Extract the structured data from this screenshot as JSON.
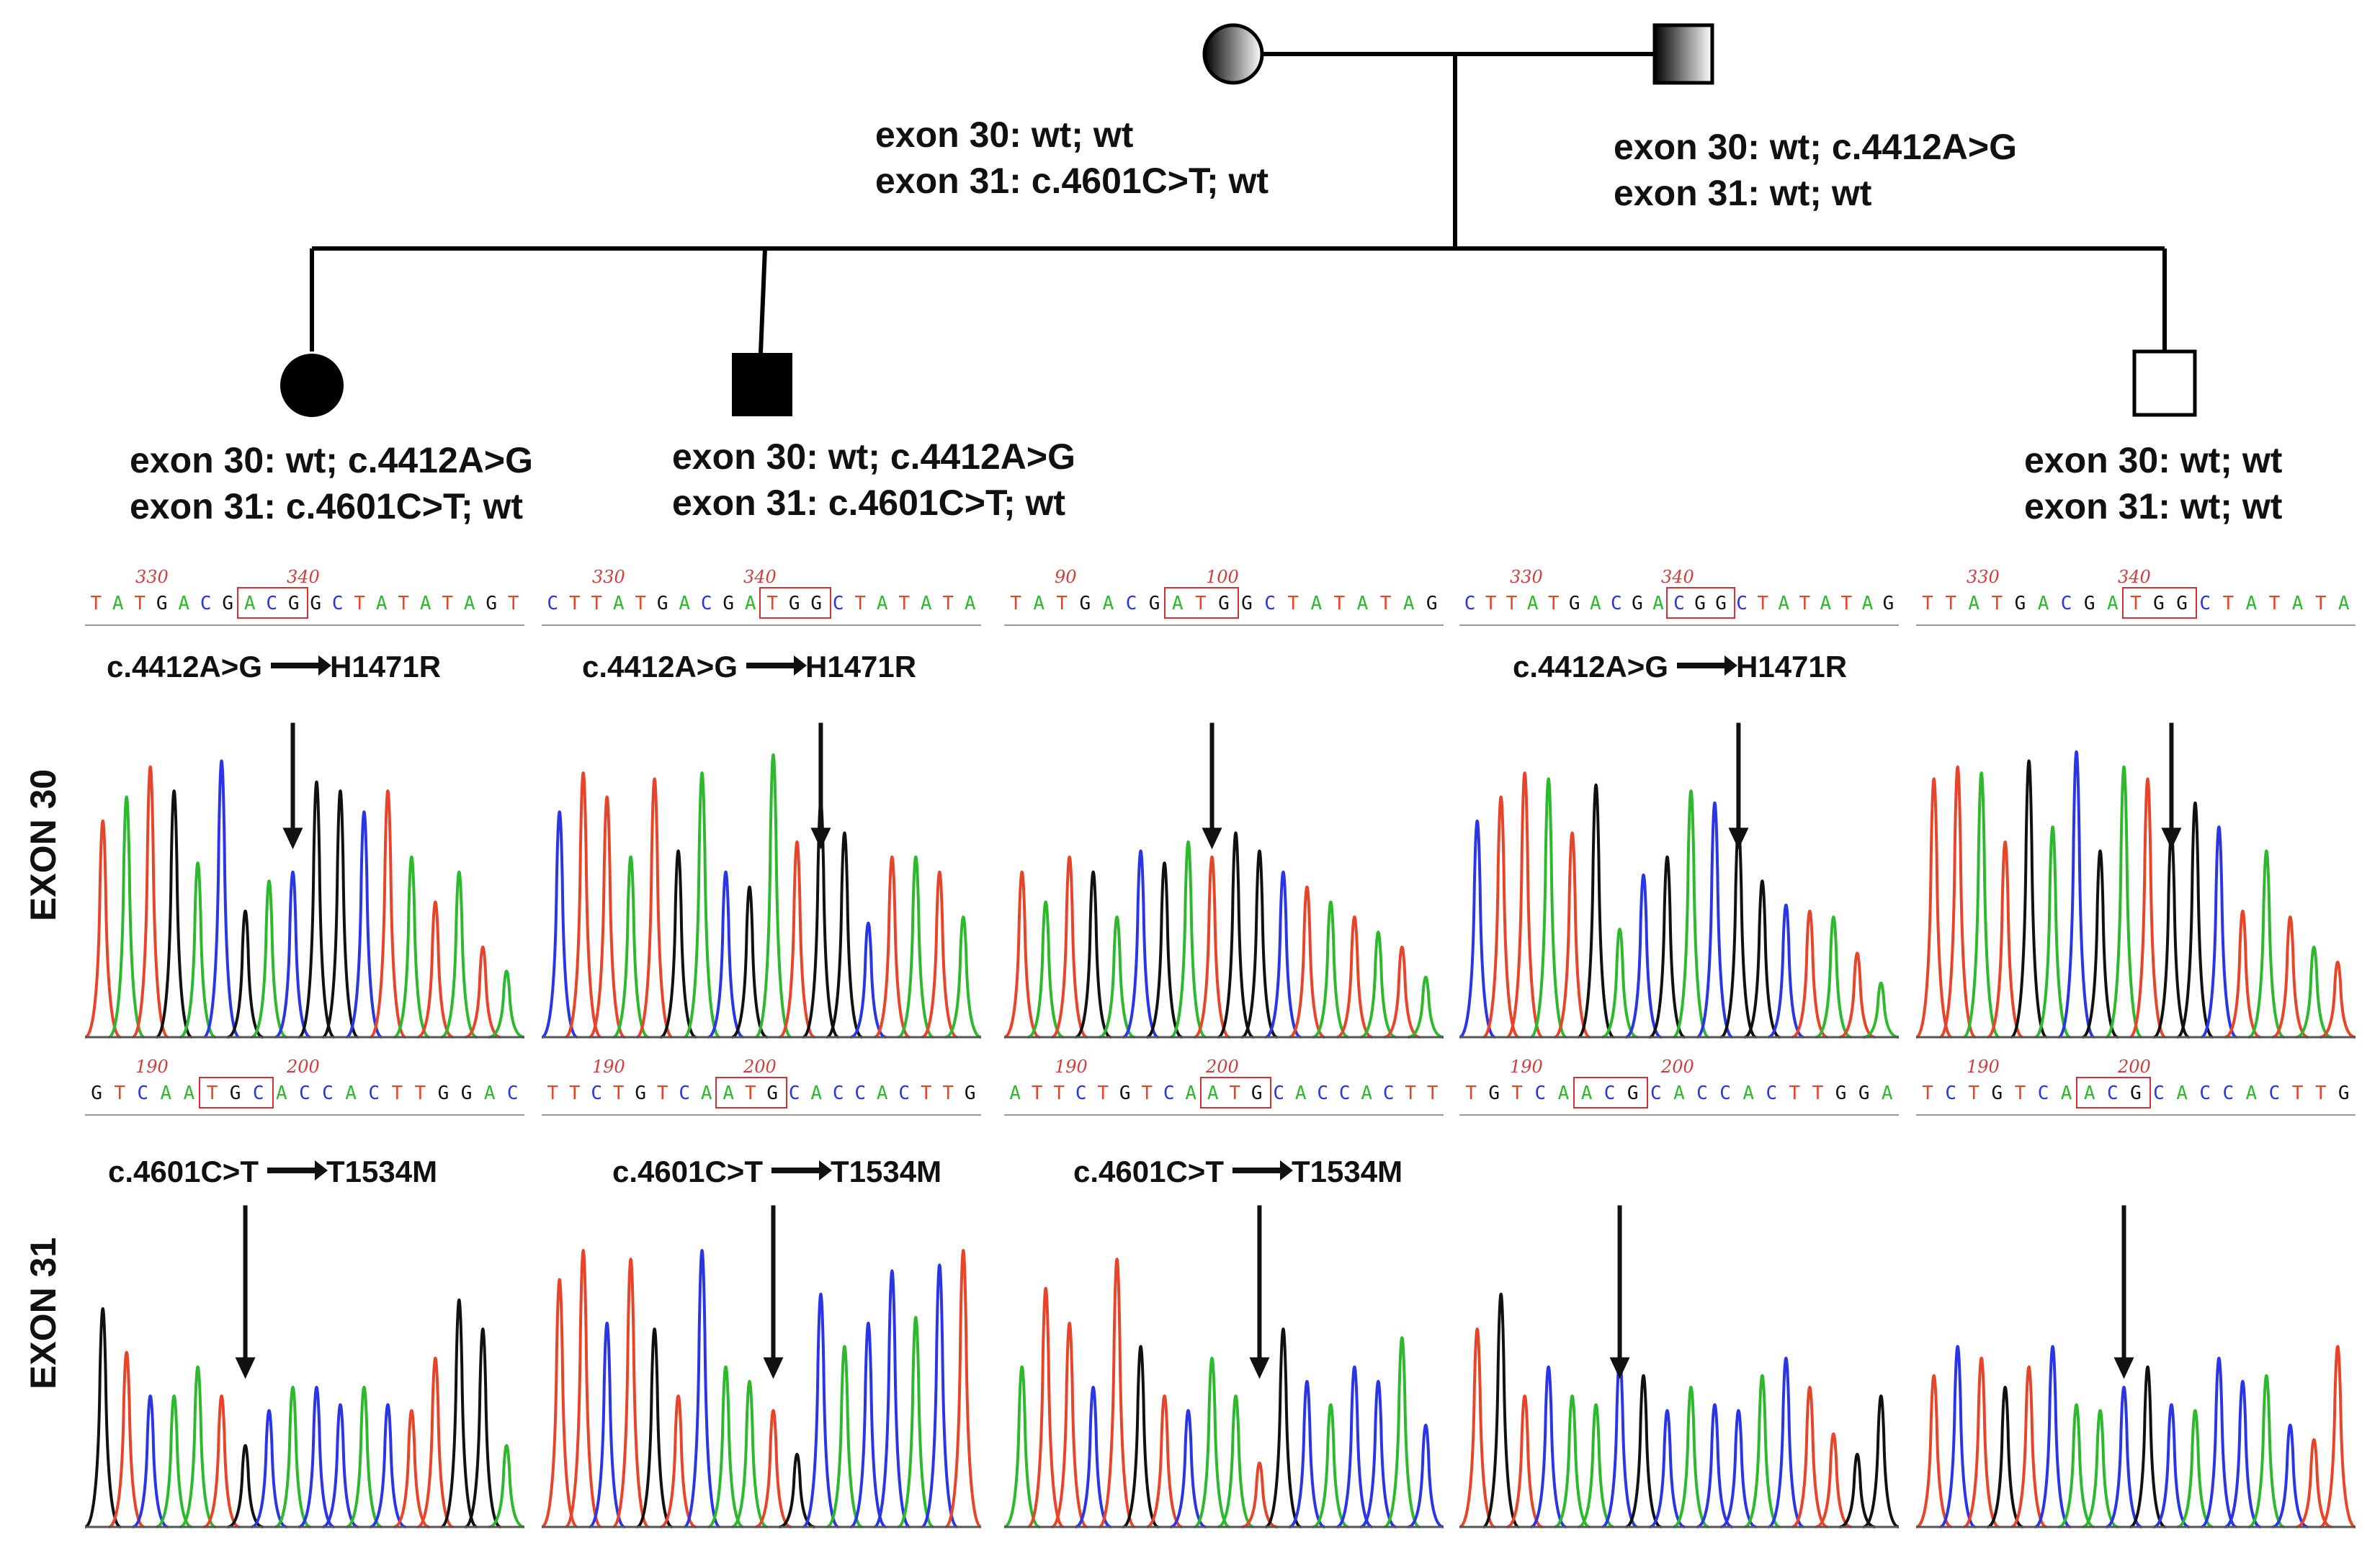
{
  "pedigree": {
    "mother": {
      "label_line1": "exon 30:  wt; wt",
      "label_line2": "exon 31: c.4601C>T; wt"
    },
    "father": {
      "label_line1": "exon 30: wt; c.4412A>G",
      "label_line2": "exon 31: wt; wt"
    },
    "child1": {
      "label_line1": "exon 30:  wt; c.4412A>G",
      "label_line2": "exon 31: c.4601C>T; wt"
    },
    "child2": {
      "label_line1": "exon 30:  wt; c.4412A>G",
      "label_line2": "exon 31: c.4601C>T; wt"
    },
    "child3": {
      "label_line1": "exon 30: wt; wt",
      "label_line2": "exon 31: wt; wt"
    }
  },
  "rows": {
    "exon30_label": "EXON 30",
    "exon31_label": "EXON 31"
  },
  "annotations": {
    "exon30_mutation": "c.4412A>G",
    "exon30_protein": "H1471R",
    "exon31_mutation": "c.4601C>T",
    "exon31_protein": "T1534M"
  },
  "colors": {
    "A": "#2db82d",
    "C": "#2a35e6",
    "G": "#111111",
    "T": "#e8442a",
    "highlight_box": "#d63030",
    "position_number": "#d23c3c"
  },
  "chromatograms": [
    {
      "id": "ex30-child1",
      "seq": "TATGACGACGGCTATATAGT",
      "box_index": 7,
      "pos_labels": [
        "330",
        "340"
      ],
      "has_annotation": true
    },
    {
      "id": "ex30-child2",
      "seq": "CTTATGACGATGGCTATATA",
      "box_index": 10,
      "pos_labels": [
        "330",
        "340"
      ],
      "has_annotation": true
    },
    {
      "id": "ex30-child3",
      "seq": "TATGACGATGGCTATATAG",
      "box_index": 7,
      "pos_labels": [
        "90",
        "100"
      ],
      "has_annotation": false
    },
    {
      "id": "ex30-father",
      "seq": "CTTATGACGACGGCTATATAG",
      "box_index": 10,
      "pos_labels": [
        "330",
        "340"
      ],
      "has_annotation": true
    },
    {
      "id": "ex30-mother",
      "seq": "TTATGACGATGGCTATATA",
      "box_index": 9,
      "pos_labels": [
        "330",
        "340"
      ],
      "has_annotation": false
    },
    {
      "id": "ex31-child1",
      "seq": "GTCAATGCACCACTTGGAC",
      "box_index": 5,
      "pos_labels": [
        "190",
        "200"
      ],
      "has_annotation": true
    },
    {
      "id": "ex31-child2",
      "seq": "TTCTGTCAATGCACCACTTG",
      "box_index": 8,
      "pos_labels": [
        "190",
        "200"
      ],
      "has_annotation": true
    },
    {
      "id": "ex31-child3",
      "seq": "ATTCTGTCAATGCACCACTT",
      "box_index": 9,
      "pos_labels": [
        "190",
        "200"
      ],
      "has_annotation": true
    },
    {
      "id": "ex31-father",
      "seq": "TGTCAACGCACCACTTGGA",
      "box_index": 5,
      "pos_labels": [
        "190",
        "200"
      ],
      "has_annotation": false
    },
    {
      "id": "ex31-mother",
      "seq": "TCTGTCAACGCACCACTTG",
      "box_index": 7,
      "pos_labels": [
        "190",
        "200"
      ],
      "has_annotation": false
    }
  ]
}
